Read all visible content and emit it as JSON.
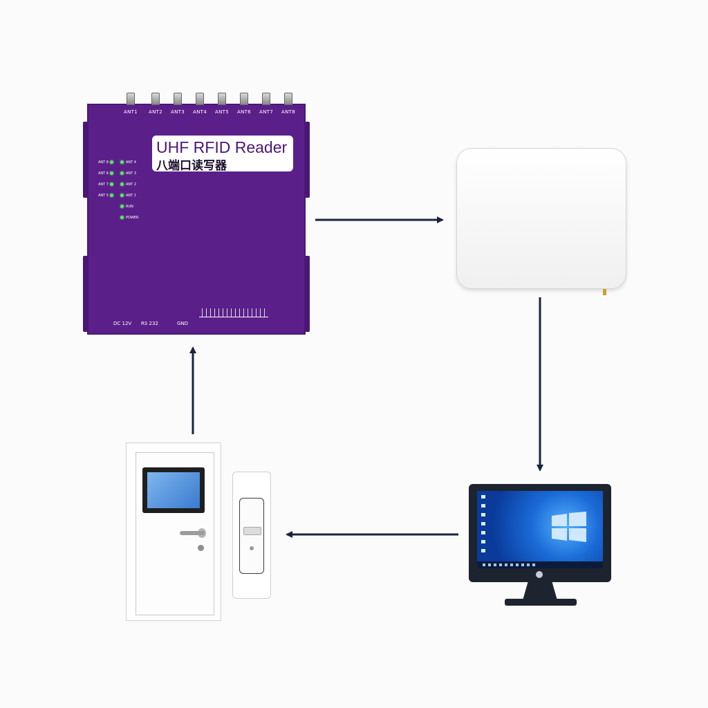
{
  "reader": {
    "ant_labels": [
      "ANT1",
      "ANT2",
      "ANT3",
      "ANT4",
      "ANT5",
      "ANT6",
      "ANT7",
      "ANT8"
    ],
    "label_title": "UHF RFID Reader",
    "label_sub": "八端口读写器",
    "led_left": [
      "ANT 8",
      "ANT 6",
      "ANT 7",
      "ANT 5"
    ],
    "led_right": [
      "ANT 4",
      "ANT 3",
      "ANT 2",
      "ANT 1",
      "RUN",
      "POWER"
    ],
    "bottom_labels": [
      "DC 12V",
      "RS 232",
      "GND"
    ],
    "led_color": "#4df05b",
    "body_color": "#5b1f8a"
  },
  "colors": {
    "arrow": "#1a2340",
    "antenna": "#f6f6f6",
    "monitor": "#1d2430"
  },
  "icons": {
    "windows": "windows-logo-icon"
  }
}
